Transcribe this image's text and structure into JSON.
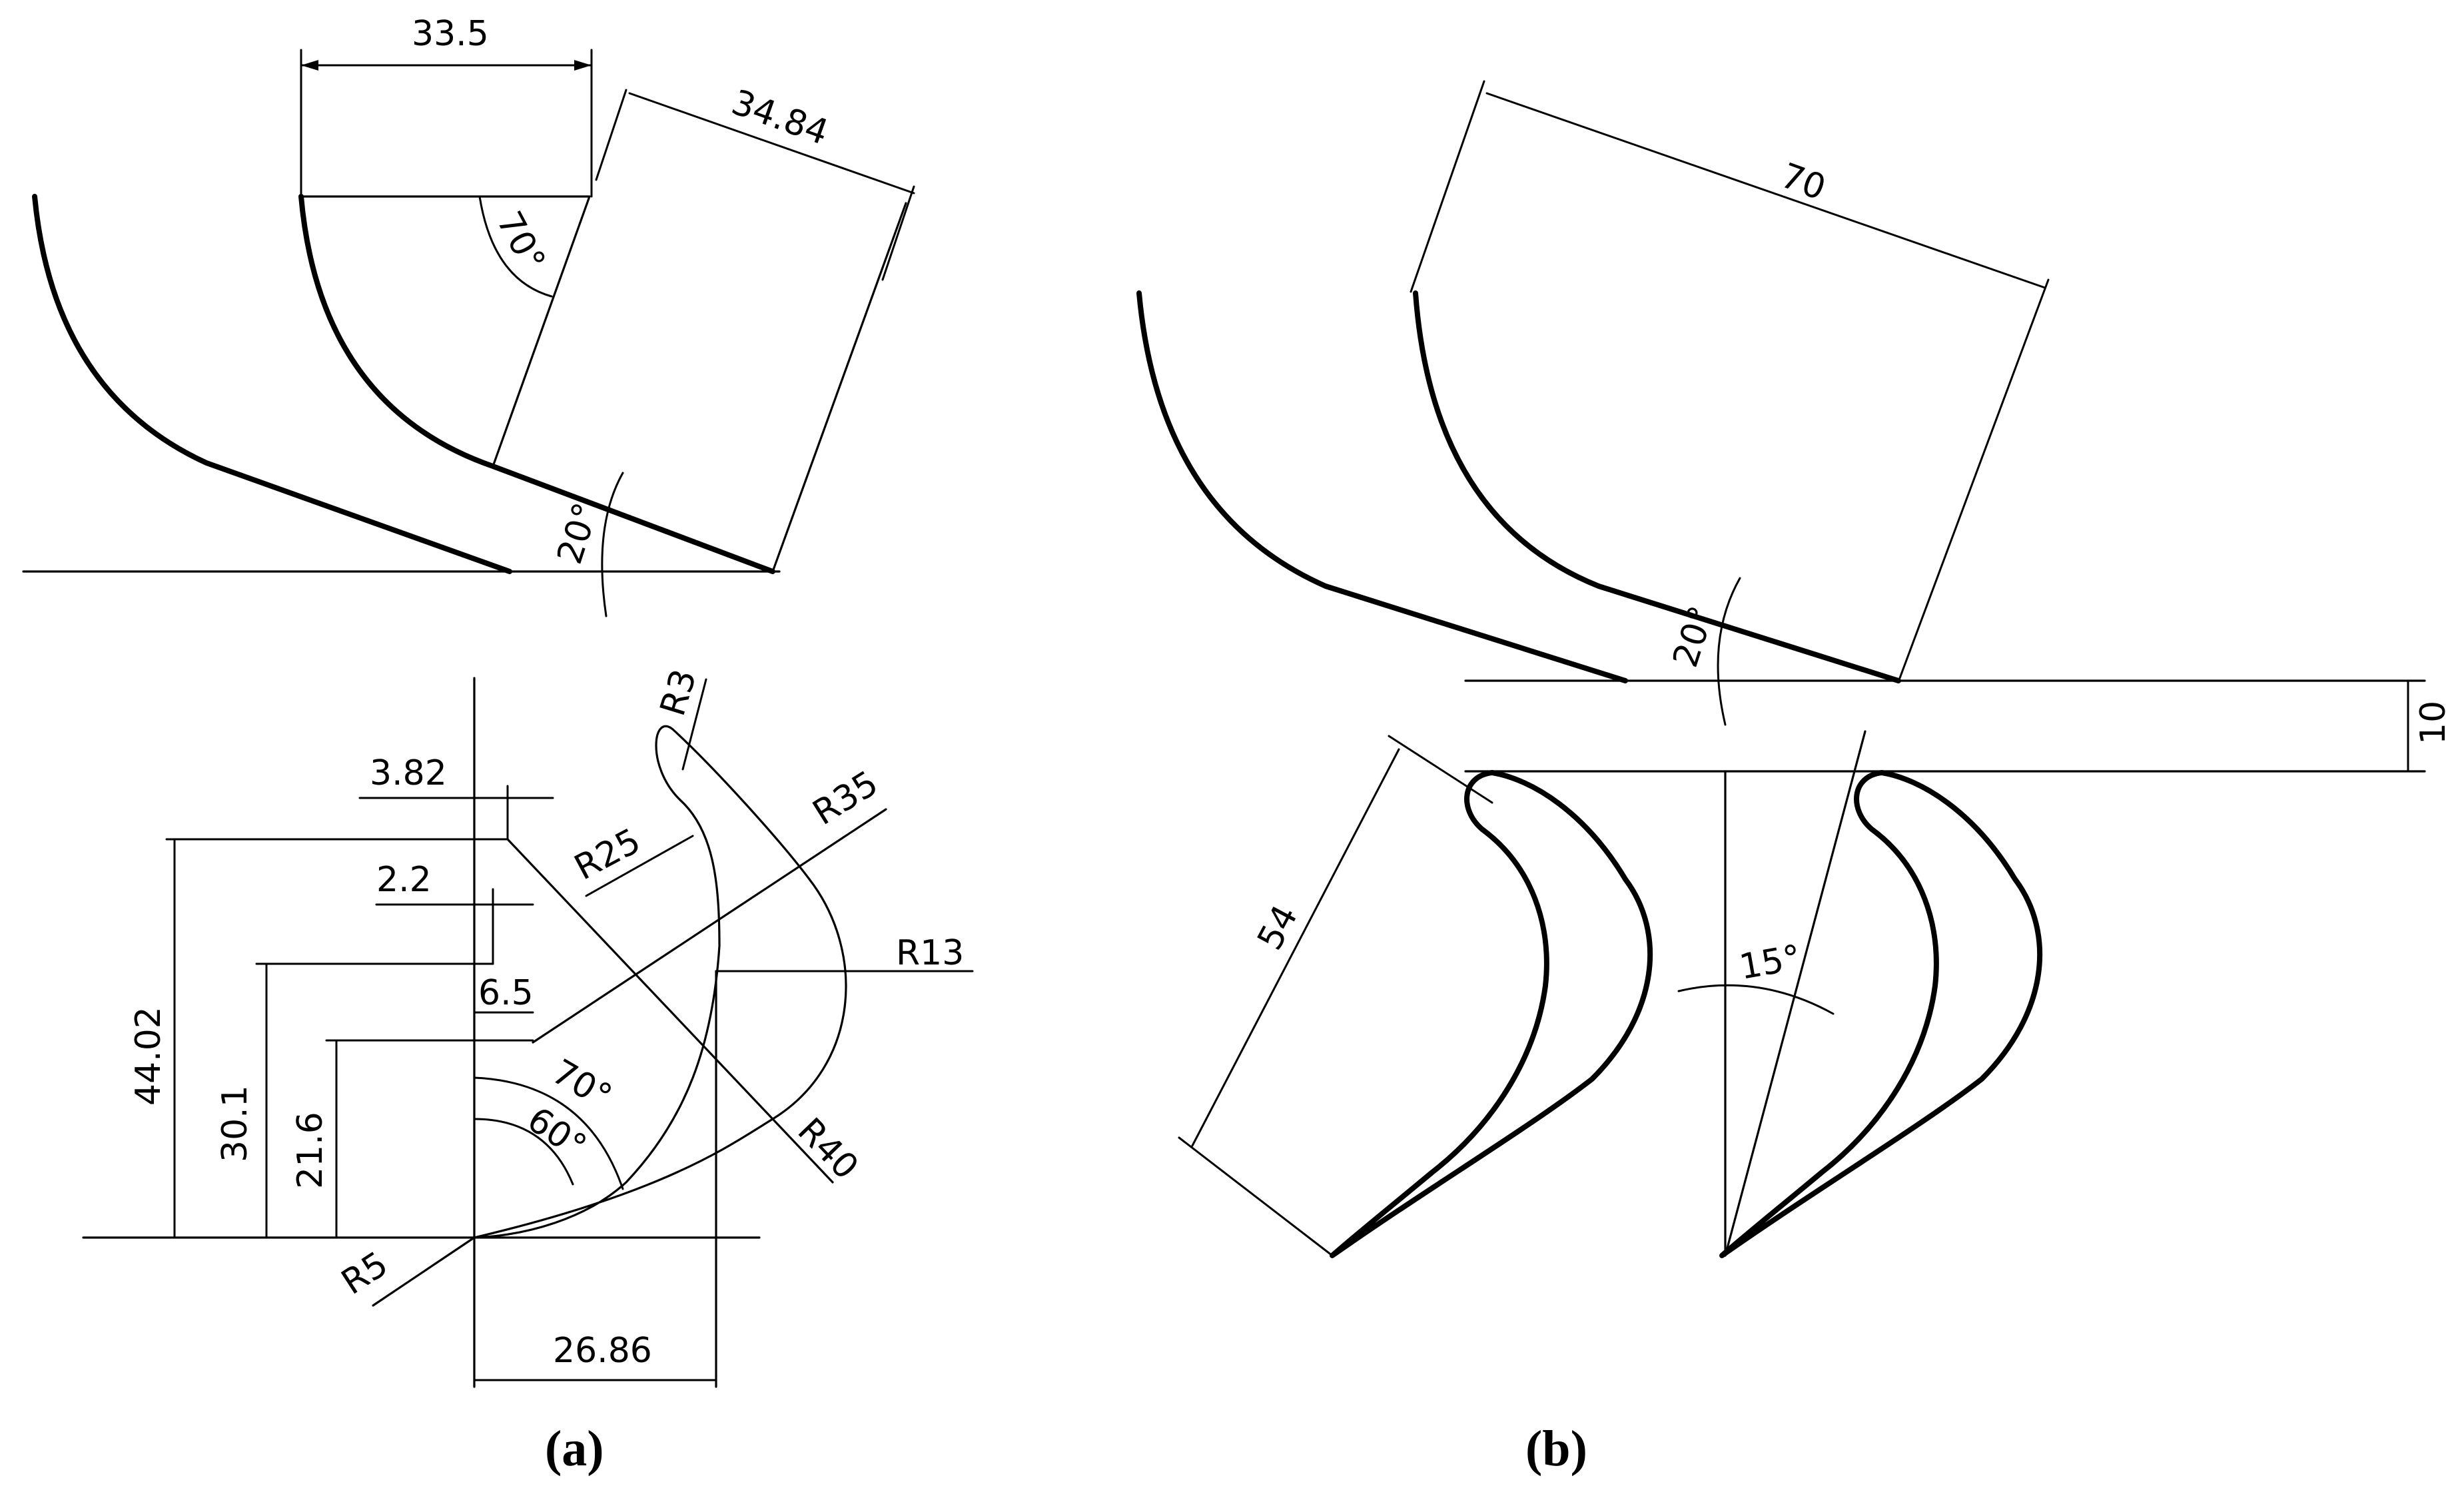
{
  "panel_a": {
    "caption": "(a)",
    "top_view": {
      "dim_width": "33.5",
      "dim_chord": "34.84",
      "angle_blade": "70°",
      "angle_inclination": "20°"
    },
    "profile_view": {
      "dim_3_82": "3.82",
      "dim_2_2": "2.2",
      "dim_6_5": "6.5",
      "dim_44_02": "44.02",
      "dim_30_1": "30.1",
      "dim_21_6": "21.6",
      "dim_26_86": "26.86",
      "radius_r3": "R3",
      "radius_r25": "R25",
      "radius_r35": "R35",
      "radius_r13": "R13",
      "radius_r40": "R40",
      "radius_r5": "R5",
      "angle_70": "70°",
      "angle_60": "60°"
    }
  },
  "panel_b": {
    "caption": "(b)",
    "dim_pitch": "70",
    "angle_inclination": "20°",
    "dim_gap": "10",
    "dim_chord": "54",
    "angle_stagger": "15°"
  }
}
